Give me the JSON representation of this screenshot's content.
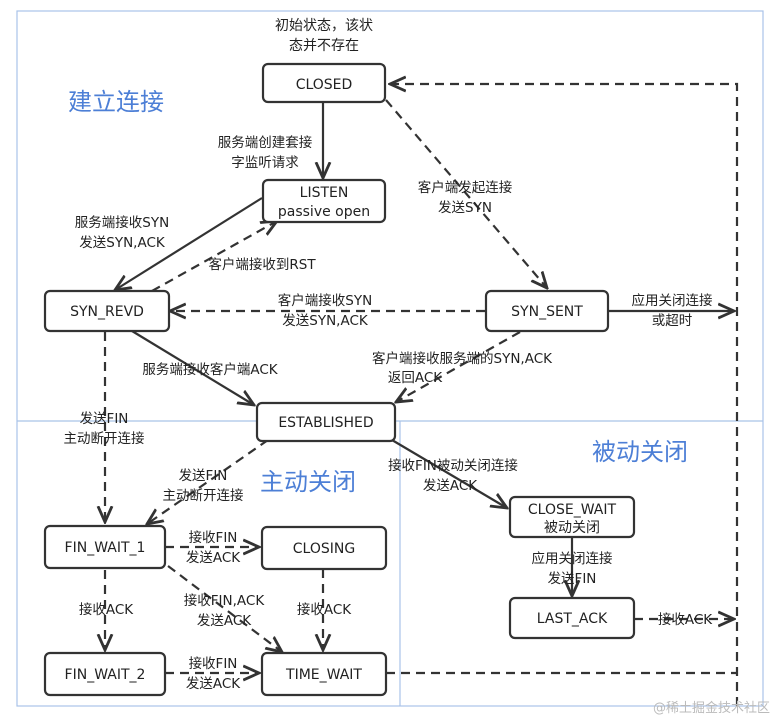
{
  "initial_note": [
    "初始状态，该状",
    "态并不存在"
  ],
  "regions": {
    "connect": "建立连接",
    "active_close": "主动关闭",
    "passive_close": "被动关闭"
  },
  "states": {
    "closed": [
      "CLOSED"
    ],
    "listen": [
      "LISTEN",
      "passive open"
    ],
    "syn_revd": [
      "SYN_REVD"
    ],
    "syn_sent": [
      "SYN_SENT"
    ],
    "established": [
      "ESTABLISHED"
    ],
    "close_wait": [
      "CLOSE_WAIT",
      "被动关闭"
    ],
    "last_ack": [
      "LAST_ACK"
    ],
    "fin_wait_1": [
      "FIN_WAIT_1"
    ],
    "closing": [
      "CLOSING"
    ],
    "fin_wait_2": [
      "FIN_WAIT_2"
    ],
    "time_wait": [
      "TIME_WAIT"
    ]
  },
  "transitions": {
    "closed_listen": [
      "服务端创建套接",
      "字监听请求"
    ],
    "closed_syn_sent": [
      "客户端发起连接",
      "发送SYN"
    ],
    "listen_syn_revd": [
      "服务端接收SYN",
      "发送SYN,ACK"
    ],
    "syn_revd_listen": [
      "客户端接收到RST"
    ],
    "syn_sent_syn_revd": [
      "客户端接收SYN",
      "发送SYN,ACK"
    ],
    "syn_sent_closed": [
      "应用关闭连接",
      "或超时"
    ],
    "syn_revd_established": [
      "服务端接收客户端ACK"
    ],
    "syn_sent_established": [
      "客户端接收服务端的SYN,ACK",
      "返回ACK"
    ],
    "syn_revd_fin_wait_1": [
      "发送FIN",
      "主动断开连接"
    ],
    "established_fin_wait_1": [
      "发送FIN",
      "主动断开连接"
    ],
    "established_close_wait": [
      "接收FIN被动关闭连接",
      "发送ACK"
    ],
    "close_wait_last_ack": [
      "应用关闭连接",
      "发送FIN"
    ],
    "last_ack_closed": [
      "接收ACK"
    ],
    "fin_wait_1_closing": [
      "接收FIN",
      "发送ACK"
    ],
    "fin_wait_1_time_wait": [
      "接收FIN,ACK",
      "发送ACK"
    ],
    "fin_wait_1_fin_wait_2": [
      "接收ACK"
    ],
    "closing_time_wait": [
      "接收ACK"
    ],
    "fin_wait_2_time_wait": [
      "接收FIN",
      "发送ACK"
    ]
  },
  "watermark": "@稀土掘金技术社区"
}
